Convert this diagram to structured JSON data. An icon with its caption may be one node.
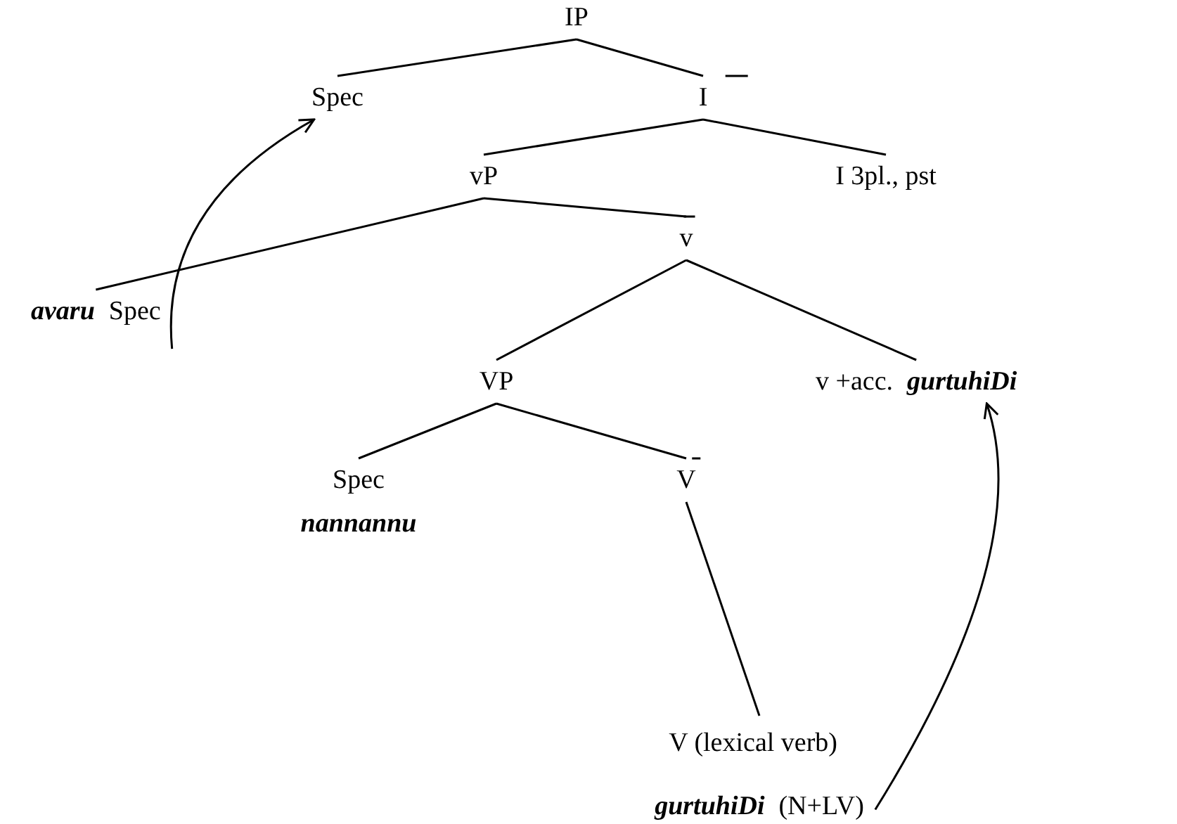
{
  "diagram": {
    "nodes": [
      {
        "text": [
          "IP"
        ]
      },
      {
        "text": [
          "Spec"
        ]
      },
      {
        "text": [
          "I"
        ]
      },
      {
        "text": [
          "vP"
        ]
      },
      {
        "text": [
          "I 3pl., pst"
        ]
      },
      {
        "text": [
          "avaru",
          "Spec"
        ]
      },
      {
        "text": [
          "v"
        ]
      },
      {
        "text": [
          "VP"
        ]
      },
      {
        "text": [
          "v +acc.",
          "gurtuhiDi"
        ]
      },
      {
        "text": [
          "Spec",
          "nannannu"
        ]
      },
      {
        "text": [
          "V"
        ]
      },
      {
        "text": [
          "V (lexical verb)",
          "gurtuhiDi",
          "(N+LV)"
        ]
      }
    ],
    "edges": [
      {
        "from": 0,
        "to": 1,
        "arrow": "none"
      },
      {
        "from": 0,
        "to": 2,
        "arrow": "none"
      },
      {
        "from": 2,
        "to": 3,
        "arrow": "none"
      },
      {
        "from": 2,
        "to": 4,
        "arrow": "none"
      },
      {
        "from": 3,
        "to": 5,
        "arrow": "none"
      },
      {
        "from": 3,
        "to": 6,
        "arrow": "none"
      },
      {
        "from": 6,
        "to": 7,
        "arrow": "none"
      },
      {
        "from": 6,
        "to": 8,
        "arrow": "none"
      },
      {
        "from": 7,
        "to": 9,
        "arrow": "none"
      },
      {
        "from": 7,
        "to": 10,
        "arrow": "none"
      },
      {
        "from": 10,
        "to": 11,
        "arrow": "none"
      },
      {
        "from": 5,
        "to": 1,
        "arrow": "to"
      },
      {
        "from": 11,
        "to": 8,
        "arrow": "to"
      }
    ]
  }
}
